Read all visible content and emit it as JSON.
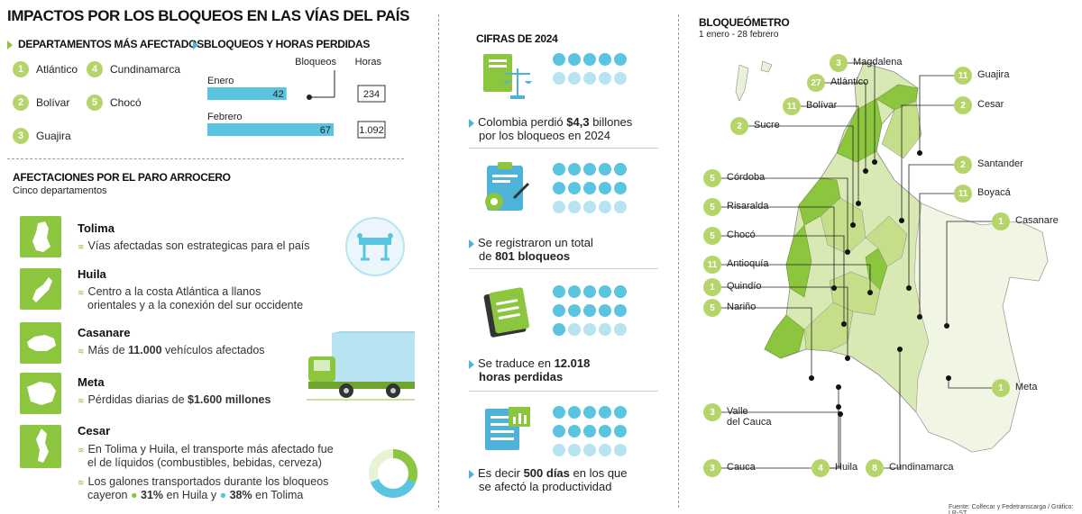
{
  "title": "IMPACTOS POR LOS BLOQUEOS EN LAS VÍAS DEL PAÍS",
  "departamentos": {
    "heading": "DEPARTAMENTOS MÁS AFECTADOS",
    "items": [
      {
        "rank": "1",
        "name": "Atlántico"
      },
      {
        "rank": "2",
        "name": "Bolívar"
      },
      {
        "rank": "3",
        "name": "Guajira"
      },
      {
        "rank": "4",
        "name": "Cundinamarca"
      },
      {
        "rank": "5",
        "name": "Chocó"
      }
    ]
  },
  "bloqueos_horas": {
    "heading": "BLOQUEOS Y HORAS PERDIDAS",
    "col_bloqueos": "Bloqueos",
    "col_horas": "Horas"
  },
  "chart_data": {
    "type": "bar",
    "categories": [
      "Enero",
      "Febrero"
    ],
    "series": [
      {
        "name": "Bloqueos",
        "values": [
          42,
          67
        ]
      }
    ],
    "horas": [
      "234",
      "1.092"
    ],
    "value_labels": [
      "42",
      "67"
    ],
    "colors": {
      "bar": "#5bc4e0"
    }
  },
  "paro": {
    "heading": "AFECTACIONES POR EL PARO ARROCERO",
    "subheading": "Cinco departamentos",
    "items": [
      {
        "name": "Tolima",
        "lines": [
          "Vías afectadas son estrategicas para el país"
        ]
      },
      {
        "name": "Huila",
        "lines": [
          "Centro a la costa Atlántica a llanos",
          "orientales y a la conexión del sur occidente"
        ]
      },
      {
        "name": "Casanare",
        "pre": "Más de ",
        "bold": "11.000",
        "post": " vehículos afectados"
      },
      {
        "name": "Meta",
        "pre": "Pérdidas diarias de ",
        "bold": "$1.600 millones",
        "post": ""
      },
      {
        "name": "Cesar"
      }
    ],
    "cesar_b1": [
      "En Tolima y Huila, el transporte más afectado fue",
      "el de líquidos (combustibles, bebidas, cerveza)"
    ],
    "cesar_b2_l1": "Los galones transportados durante los bloqueos",
    "cesar_b2_pre": "cayeron ",
    "cesar_b2_huila_pct": "31%",
    "cesar_b2_mid": " en Huila y ",
    "cesar_b2_tolima_pct": "38%",
    "cesar_b2_post": " en Tolima",
    "donut": {
      "huila_pct": 31,
      "tolima_pct": 38
    }
  },
  "cifras": {
    "heading": "CIFRAS DE 2024",
    "items": [
      {
        "pre": "Colombia perdió ",
        "bold": "$4,3",
        "post": " billones",
        "line2": "por los bloqueos en 2024"
      },
      {
        "pre": "Se registraron un total",
        "line2pre": "de ",
        "bold2": "801 bloqueos"
      },
      {
        "pre": "Se traduce en ",
        "bold": "12.018",
        "line2bold": "horas perdidas"
      },
      {
        "pre": "Es decir ",
        "bold": "500 días",
        "post": " en los que",
        "line2": "se afectó la productividad"
      }
    ]
  },
  "bloqueometro": {
    "heading": "BLOQUEÓMETRO",
    "subheading": "1 enero - 28 febrero",
    "labels": [
      {
        "n": "3",
        "name": "Magdalena"
      },
      {
        "n": "27",
        "name": "Atlántico"
      },
      {
        "n": "11",
        "name": "Bolívar"
      },
      {
        "n": "11",
        "name": "Guajira"
      },
      {
        "n": "2",
        "name": "Cesar"
      },
      {
        "n": "2",
        "name": "Sucre"
      },
      {
        "n": "2",
        "name": "Santander"
      },
      {
        "n": "5",
        "name": "Córdoba"
      },
      {
        "n": "11",
        "name": "Boyacá"
      },
      {
        "n": "5",
        "name": "Risaralda"
      },
      {
        "n": "1",
        "name": "Casanare"
      },
      {
        "n": "5",
        "name": "Chocó"
      },
      {
        "n": "11",
        "name": "Antioquía"
      },
      {
        "n": "1",
        "name": "Quindío"
      },
      {
        "n": "5",
        "name": "Nariño"
      },
      {
        "n": "1",
        "name": "Meta"
      },
      {
        "n": "3",
        "name": "Valle",
        "name2": "del Cauca"
      },
      {
        "n": "3",
        "name": "Cauca"
      },
      {
        "n": "4",
        "name": "Huila"
      },
      {
        "n": "8",
        "name": "Cundinamarca"
      }
    ]
  },
  "source": "Fuente: Colfecar y Fedetranscarga / Gráfico: LR-ST",
  "colors": {
    "green": "#8cc63f",
    "light_green": "#b5d56a",
    "blue": "#5bc4e0",
    "light_blue": "#b8e3f1"
  }
}
